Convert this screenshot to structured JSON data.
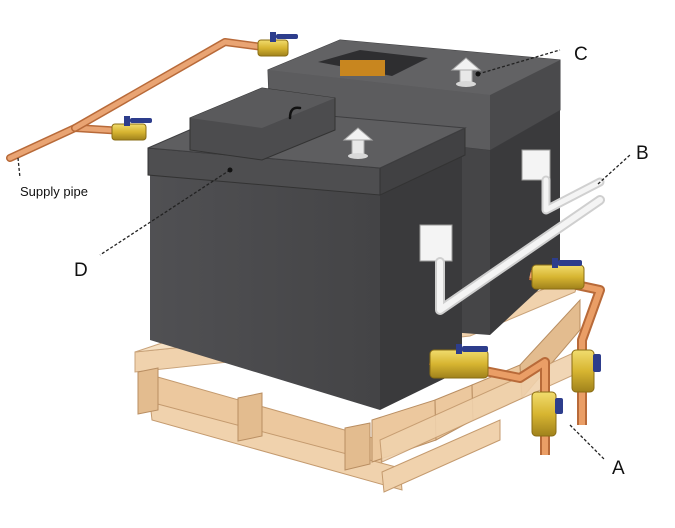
{
  "labels": {
    "supply_pipe": "Supply pipe",
    "a": "A",
    "b": "B",
    "c": "C",
    "d": "D"
  },
  "colors": {
    "tank_body": "#4b4b4d",
    "tank_lid": "#58585a",
    "copper": "#e0955e",
    "brass": "#d7b531",
    "wood": "#f0d2ad",
    "valve_handle": "#2d3d8c",
    "overflow_pipe": "#e6e6e6"
  }
}
